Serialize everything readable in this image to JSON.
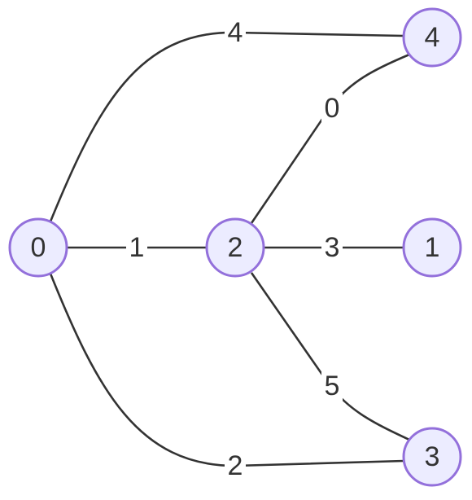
{
  "colors": {
    "node_fill": "#ECECFF",
    "node_stroke": "#9370DB",
    "edge_stroke": "#333333",
    "text": "#333333",
    "background": "#ffffff"
  },
  "nodes": [
    {
      "id": "n0",
      "label": "0"
    },
    {
      "id": "n2",
      "label": "2"
    },
    {
      "id": "n4",
      "label": "4"
    },
    {
      "id": "n1",
      "label": "1"
    },
    {
      "id": "n3",
      "label": "3"
    }
  ],
  "edges": [
    {
      "id": "e0-4",
      "source": "n0",
      "target": "n4",
      "label": "4"
    },
    {
      "id": "e0-2",
      "source": "n0",
      "target": "n2",
      "label": "1"
    },
    {
      "id": "e0-3",
      "source": "n0",
      "target": "n3",
      "label": "2"
    },
    {
      "id": "e2-4",
      "source": "n2",
      "target": "n4",
      "label": "0"
    },
    {
      "id": "e2-1",
      "source": "n2",
      "target": "n1",
      "label": "3"
    },
    {
      "id": "e2-3",
      "source": "n2",
      "target": "n3",
      "label": "5"
    }
  ]
}
